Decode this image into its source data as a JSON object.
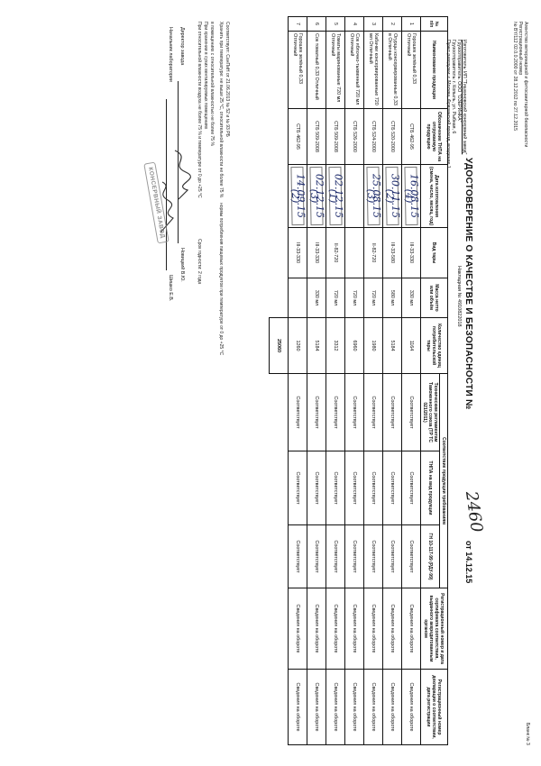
{
  "header": {
    "lines": [
      "Агентство ветеринарной и фитосанитарной безопасности",
      "Регистрационный номер",
      "№ BY/112 02.0.0.2000 от 28.12.2012 по 27.12.2015"
    ],
    "page_mark": "Бланк № 3"
  },
  "org": {
    "maker": "Изготовитель: ИП \"Тишкиновский консервный завод\"",
    "lines": [
      "Грузоотправитель: ООО \"ОЗЕРИНКА\"",
      "Грузоотправитель: г. Копыль, ул. Рыбная, 6",
      "Пункт разгрузки: г. Москва, Фрязинский проезд, владение 1"
    ]
  },
  "title": {
    "text": "УДОСТОВЕРЕНИЕ О КАЧЕСТВЕ И БЕЗОПАСНОСТИ №",
    "number": "2460",
    "date_prefix": "от",
    "date": "14.12.15"
  },
  "invoice": "Накладная № 4910822018",
  "table": {
    "headers": {
      "num": "№ п/п",
      "name": "Наименование продукции",
      "tnpa": "Обозначение ТНПА на отгружаемую продукцию",
      "date": "Дата изготовления (смена, число, месяц, год)",
      "pack": "Вид тары",
      "mass": "Масса нетто или объём",
      "qty": "Количество единиц потребительской тары",
      "compliance_group": "Соответствие продукции требованиям",
      "tr_ts": "Техническим регламентам Таможенного союза (ТР ТС 021/2011)",
      "tnpa_cat": "ТНПА на вид продукции",
      "gn": "ГН 10-117-99 (РДУ-99)",
      "reg_certif": "Регистрационный номер и дата сертификата соответствия, выданного аккредитованным органом",
      "reg_decl": "Регистрационный номер декларации о соответствии, дата регистрации"
    },
    "rows": [
      {
        "num": "1",
        "name": "Горошек зелёный 0,33 Отличный",
        "tnpa": "СТБ 462-95",
        "date": "16.08.15 (4)",
        "pack": "III-33-330",
        "mass": "330 мл",
        "qty": "1164",
        "tr_ts": "Соответствует",
        "tnpa_cat": "Соответствует",
        "gn": "Соответствует",
        "reg_certif": "Сведения на обороте",
        "reg_decl": "Сведения на обороте"
      },
      {
        "num": "2",
        "name": "Огурцы консервированные 0,33 в Отличный",
        "tnpa": "СТБ 520-2000",
        "date": "30.11.15 (2)",
        "pack": "III-33-580",
        "mass": "580 мл",
        "qty": "5184",
        "tr_ts": "Соответствует",
        "tnpa_cat": "Соответствует",
        "gn": "Соответствует",
        "reg_certif": "Сведения на обороте",
        "reg_decl": "Сведения на обороте"
      },
      {
        "num": "3",
        "name": "Кабачки консервированные 720 мл Отличный",
        "tnpa": "СТБ 524-2000",
        "date": "25.08.15 (3)",
        "pack": "II-82-720",
        "mass": "720 мл",
        "qty": "1980",
        "tr_ts": "Соответствует",
        "tnpa_cat": "Соответствует",
        "gn": "Соответствует",
        "reg_certif": "Сведения на обороте",
        "reg_decl": "Сведения на обороте"
      },
      {
        "num": "4",
        "name": "Сок яблочно-тыквенный 720 мл Отличный",
        "tnpa": "СТБ 526-2000",
        "date": "",
        "pack": "",
        "mass": "720 мл",
        "qty": "6960",
        "tr_ts": "Соответствует",
        "tnpa_cat": "Соответствует",
        "gn": "Соответствует",
        "reg_certif": "Сведения на обороте",
        "reg_decl": "Сведения на обороте"
      },
      {
        "num": "5",
        "name": "Томаты маринованные 720 мл Отличный",
        "tnpa": "СТБ 509-2008",
        "date": "02.12.15 (1)",
        "pack": "II-82-720",
        "mass": "720 мл",
        "qty": "3312",
        "tr_ts": "Соответствует",
        "tnpa_cat": "Соответствует",
        "gn": "Соответствует",
        "reg_certif": "Сведения на обороте",
        "reg_decl": "Сведения на обороте"
      },
      {
        "num": "6",
        "name": "Сок томатный 0,33 Отличный",
        "tnpa": "СТБ 509-2008",
        "date": "02.12.15 (3)",
        "pack": "III-33-330",
        "mass": "330 мл",
        "qty": "5184",
        "tr_ts": "Соответствует",
        "tnpa_cat": "Соответствует",
        "gn": "Соответствует",
        "reg_certif": "Сведения на обороте",
        "reg_decl": "Сведения на обороте"
      },
      {
        "num": "7",
        "name": "Горошек зелёный 0,33 Отличный",
        "tnpa": "СТБ 462-95",
        "date": "14.09.15 (2)",
        "pack": "III-33-330",
        "mass": "",
        "qty": "1260",
        "tr_ts": "Соответствует",
        "tnpa_cat": "Соответствует",
        "gn": "Соответствует",
        "reg_certif": "Сведения на обороте",
        "reg_decl": "Сведения на обороте"
      }
    ],
    "total": "25060"
  },
  "footer": {
    "lines": [
      "Соответствует: СанПиН от 21.06.2013 № 52 и № 93 РБ",
      "Хранить при температуре: не выше 25 °С, относительной влажности не более 75 %",
      "",
      "в помещениях с относительной влажностью не более 75 %",
      "При хранении в сухих вентилируемых помещениях",
      "При относительной влажности воздуха не более 75 % и температуре от 0 до +25 °С"
    ],
    "extra_lines": [
      "нормы потребления пищевых продуктов при температуре от 0 до +25 °С",
      "Срок годности: 2 года"
    ],
    "signers": [
      {
        "label": "Директор завода",
        "name": "Новицкий В.Ю."
      },
      {
        "label": "Начальник лаборатории",
        "name": "Шишко Е.В."
      }
    ],
    "stamp_text": "КОНСЕРВНЫЙ ЗАВОД"
  }
}
